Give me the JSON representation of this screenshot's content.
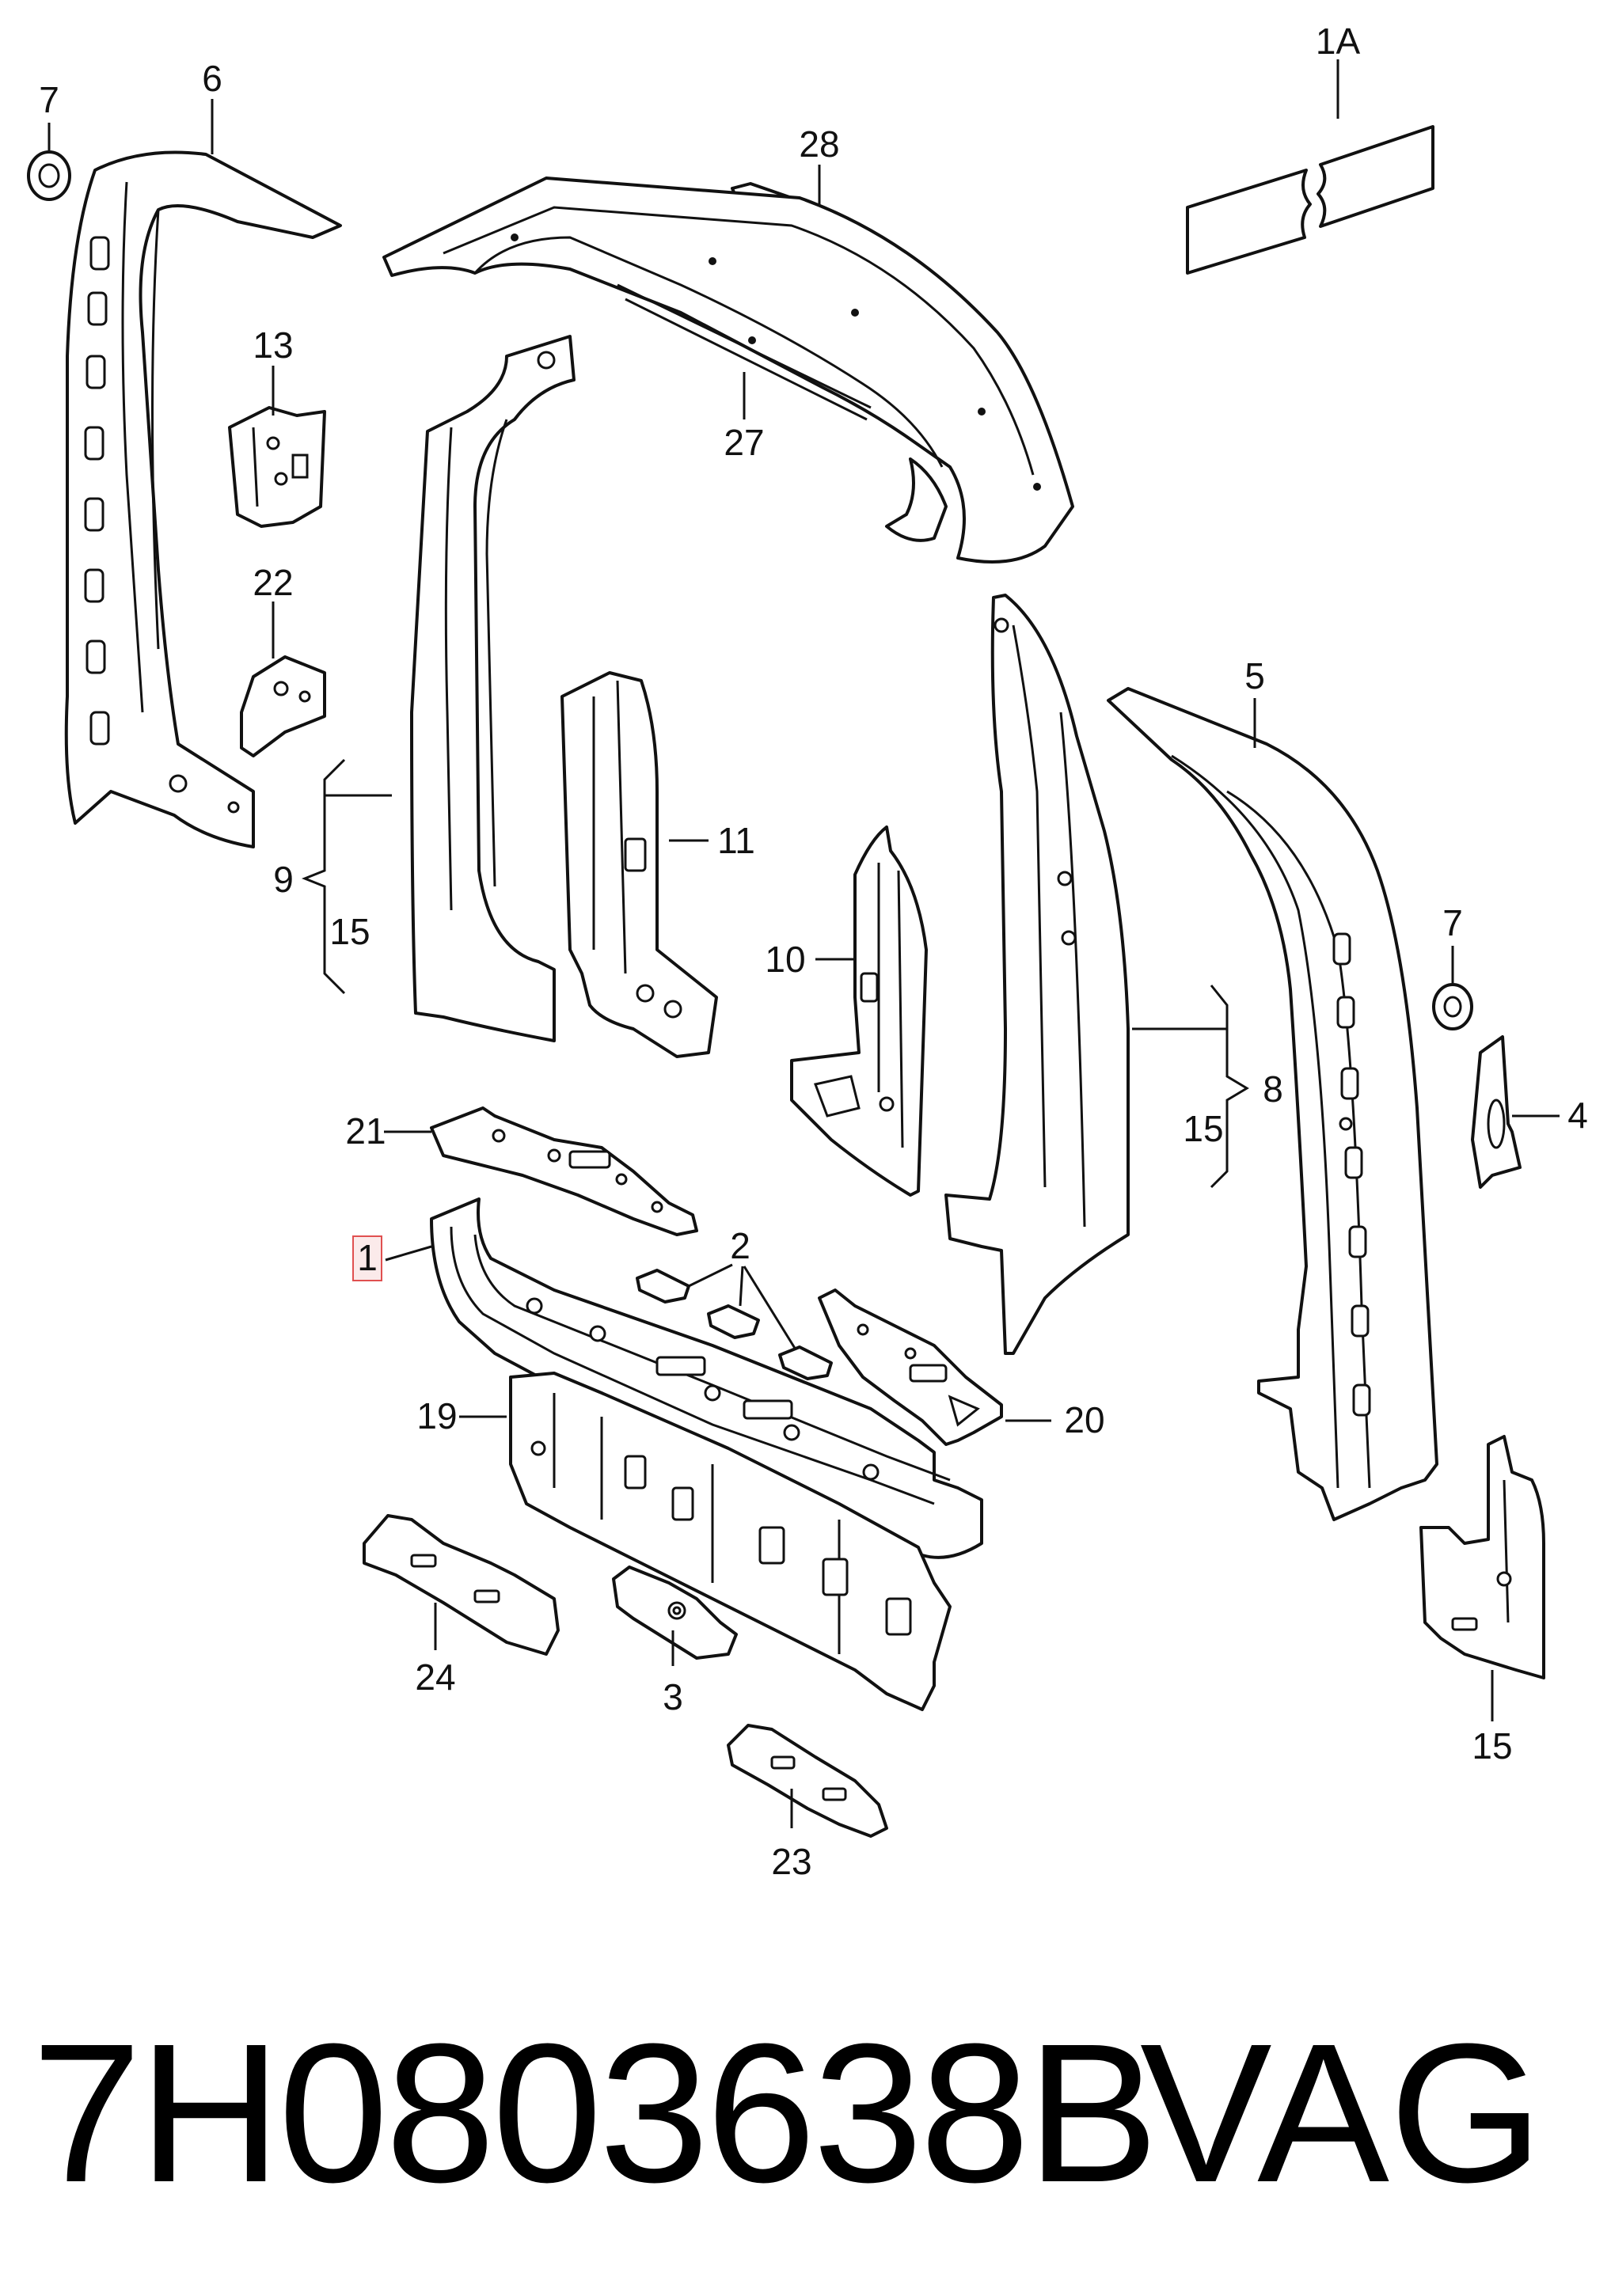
{
  "labels": {
    "p1": "1",
    "p1a": "1A",
    "p2": "2",
    "p3": "3",
    "p4": "4",
    "p5": "5",
    "p6": "6",
    "p7a": "7",
    "p7b": "7",
    "p8": "8",
    "p9": "9",
    "p10": "10",
    "p11": "11",
    "p13": "13",
    "p15a": "15",
    "p15b": "15",
    "p15c": "15",
    "p19": "19",
    "p20": "20",
    "p21": "21",
    "p22": "22",
    "p23": "23",
    "p24": "24",
    "p27": "27",
    "p28": "28"
  },
  "highlight_color": "#e05050",
  "footer": {
    "part_number": "7H0803638B",
    "brand": "VAG"
  }
}
